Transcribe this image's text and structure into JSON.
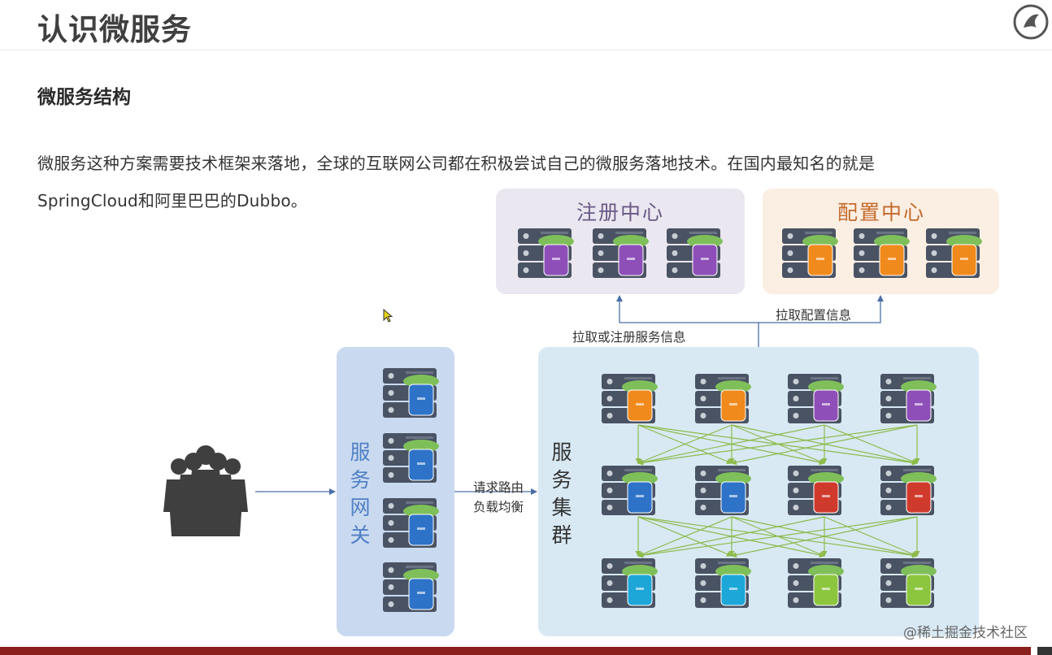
{
  "header": {
    "title": "认识微服务"
  },
  "section": {
    "title": "微服务结构"
  },
  "body": {
    "line1": "微服务这种方案需要技术框架来落地，全球的互联网公司都在积极尝试自己的微服务落地技术。在国内最知名的就是",
    "line2": "SpringCloud和阿里巴巴的Dubbo。"
  },
  "diagram": {
    "registry": {
      "label": "注册中心",
      "servers": 3,
      "chip_color": "#8e4fb8"
    },
    "config": {
      "label": "配置中心",
      "servers": 3,
      "chip_color": "#f08a1c"
    },
    "gateway": {
      "label": "服\n务\n网\n关",
      "servers": 4,
      "chip_color": "#2e73c8"
    },
    "cluster": {
      "label": "服\n务\n集\n群",
      "rows": [
        [
          "#f08a1c",
          "#f08a1c",
          "#8e4fb8",
          "#8e4fb8"
        ],
        [
          "#2e73c8",
          "#2e73c8",
          "#cf3a2c",
          "#cf3a2c"
        ],
        [
          "#1da6d8",
          "#1da6d8",
          "#8cc63e",
          "#8cc63e"
        ]
      ]
    },
    "edges": {
      "pull_config": "拉取配置信息",
      "pull_register": "拉取或注册服务信息",
      "route_line1": "请求路由",
      "route_line2": "负载均衡"
    },
    "colors": {
      "arrow": "#4a6fa5",
      "mesh": "#8dbb4a",
      "server_body": "#4a5363",
      "server_band": "#7fbf5a"
    }
  },
  "watermark": "@稀土掘金技术社区"
}
